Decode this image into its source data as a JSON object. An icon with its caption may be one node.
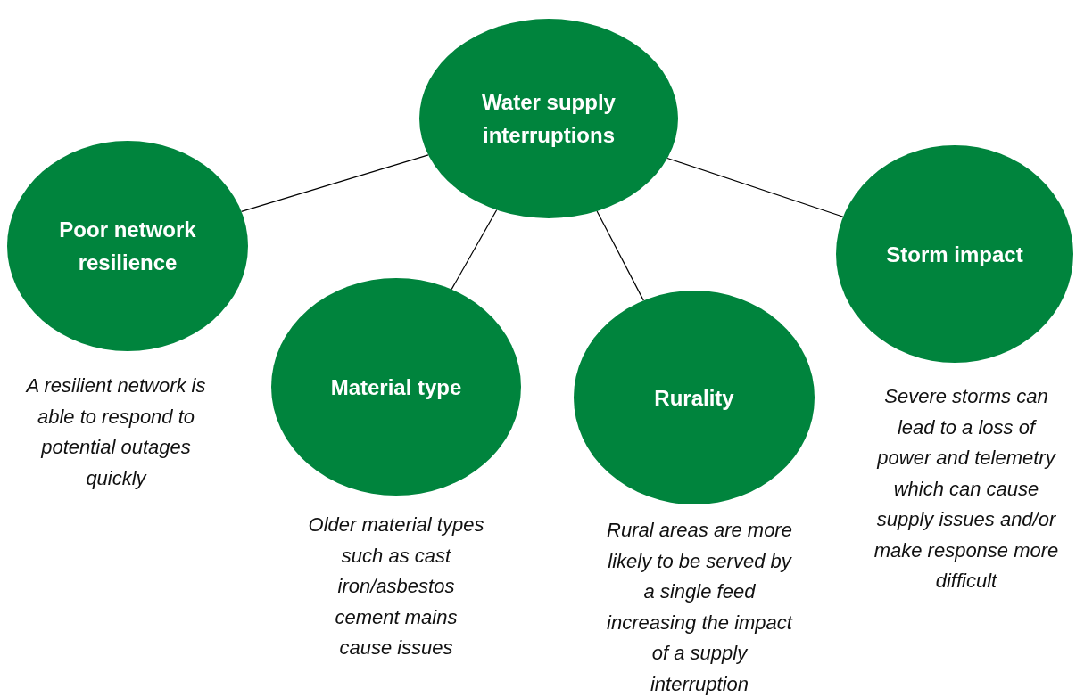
{
  "diagram": {
    "nodes": [
      {
        "text": [
          "Water supply interruptions"
        ]
      },
      {
        "text": [
          "Poor network resilience"
        ],
        "beside": [
          "A resilient network is able to respond to potential outages quickly"
        ]
      },
      {
        "text": [
          "Material type"
        ],
        "beside": [
          "Older material types such as cast iron/asbestos cement mains cause issues"
        ]
      },
      {
        "text": [
          "Rurality"
        ],
        "beside": [
          "Rural areas are more likely to be served by a single feed increasing the impact of a supply interruption"
        ]
      },
      {
        "text": [
          "Storm impact"
        ],
        "beside": [
          "Severe storms can lead to a loss of power and telemetry which can cause supply issues and/or make response more difficult"
        ]
      }
    ],
    "edges": [
      {
        "from": 0,
        "to": 1,
        "arrow": "none"
      },
      {
        "from": 0,
        "to": 2,
        "arrow": "none"
      },
      {
        "from": 0,
        "to": 3,
        "arrow": "none"
      },
      {
        "from": 0,
        "to": 4,
        "arrow": "none"
      }
    ]
  }
}
